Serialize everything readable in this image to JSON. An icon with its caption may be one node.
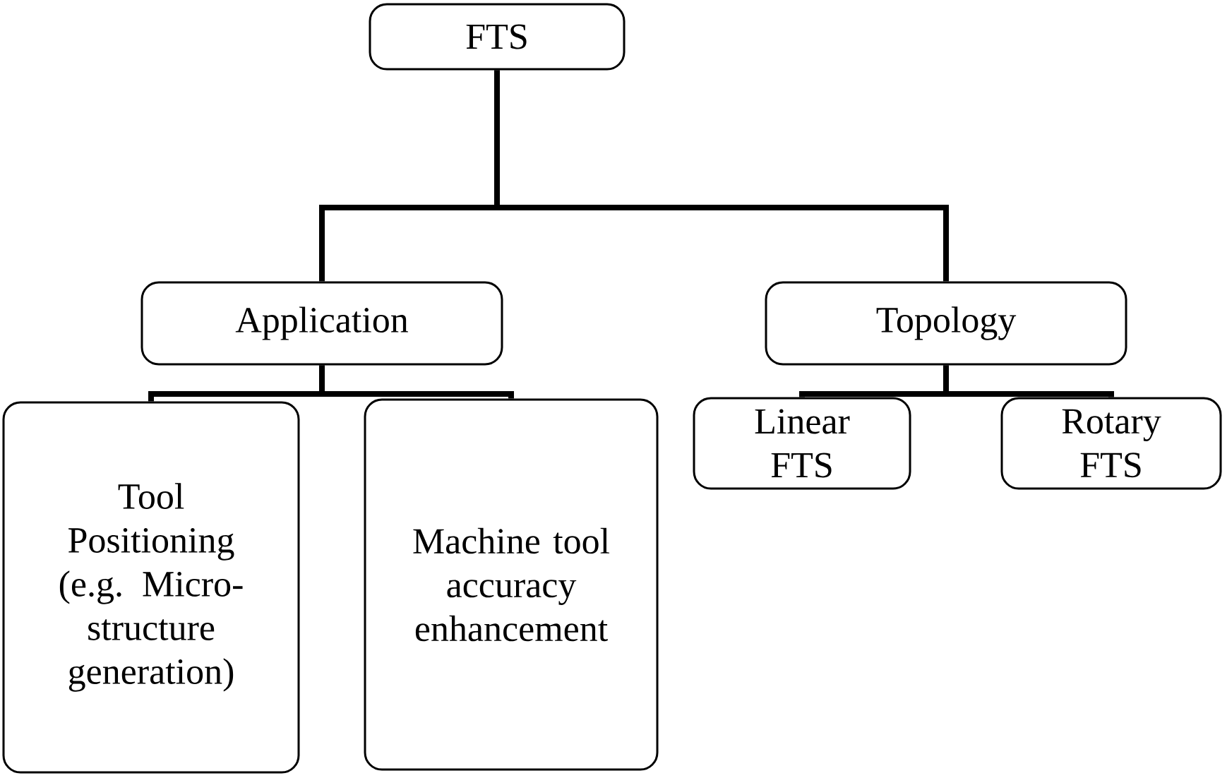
{
  "diagram": {
    "nodes": [
      {
        "text": [
          "FTS"
        ]
      },
      {
        "text": [
          "Application"
        ]
      },
      {
        "text": [
          "Topology"
        ]
      },
      {
        "text": [
          "Tool Positioning (e.g. Micro-structure generation)"
        ]
      },
      {
        "text": [
          "Machine tool accuracy enhancement"
        ]
      },
      {
        "text": [
          "Linear FTS"
        ]
      },
      {
        "text": [
          "Rotary FTS"
        ]
      }
    ],
    "edges": [
      {
        "from": 0,
        "to": 1,
        "arrow": "none"
      },
      {
        "from": 0,
        "to": 2,
        "arrow": "none"
      },
      {
        "from": 1,
        "to": 3,
        "arrow": "none"
      },
      {
        "from": 1,
        "to": 4,
        "arrow": "none"
      },
      {
        "from": 2,
        "to": 5,
        "arrow": "none"
      },
      {
        "from": 2,
        "to": 6,
        "arrow": "none"
      }
    ]
  }
}
